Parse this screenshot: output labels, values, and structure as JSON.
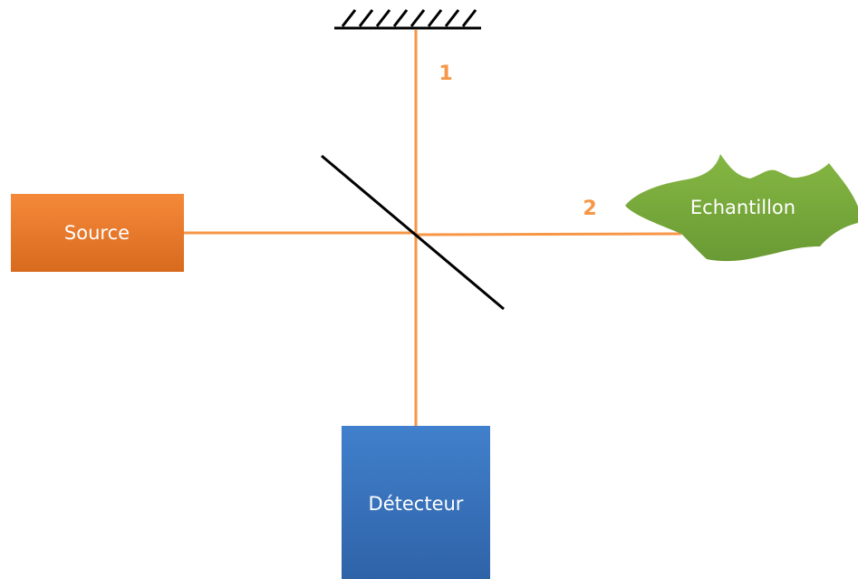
{
  "diagram": {
    "nodes": {
      "source": {
        "label": "Source"
      },
      "detector": {
        "label": "Détecteur"
      },
      "sample": {
        "label": "Echantillon"
      }
    },
    "paths": {
      "path1": {
        "label": "1"
      },
      "path2": {
        "label": "2"
      }
    }
  },
  "colors": {
    "beam": "#f79646",
    "path_label": "#f79646",
    "source_fill": "#ed7d31",
    "detector_fill": "#3f76c0",
    "sample_fill": "#77a83c",
    "mirror": "#000000",
    "splitter": "#000000",
    "label_text": "#ffffff"
  }
}
